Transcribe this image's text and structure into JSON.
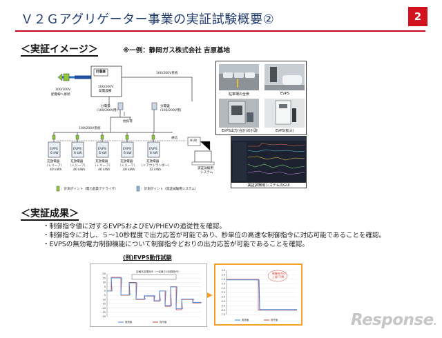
{
  "header": {
    "title": "Ｖ２Ｇアグリゲーター事業の実証試験概要②",
    "page_number": "2"
  },
  "image_section": {
    "heading": "＜実証イメージ＞",
    "note": "※一例：静岡ガス株式会社 吉原基地"
  },
  "diagram": {
    "left_label_1": "100/200V",
    "left_label_2": "配電線へ接続",
    "meter_label": "計量器",
    "generator_label_1": "100/200V",
    "generator_label_2": "発電設備",
    "top_system_label": "100/200V系統",
    "panel_left_1": "分電盤",
    "panel_left_2": "(100/200V用)",
    "panel_right_1": "分電盤",
    "panel_right_2": "(100/200V用)",
    "load_label": "他負荷",
    "mid_system_label": "100/200V系統",
    "comm_label": "通信",
    "hub_label": "HUB",
    "pc_label_1": "実証試験用",
    "pc_label_2": "システム",
    "evps": [
      {
        "name": "EVPS",
        "power": "6 kW",
        "type": "充放電器",
        "car": "（＋リーフ）",
        "battery": "40 kWh"
      },
      {
        "name": "EVPS",
        "power": "6 kW",
        "type": "充放電器",
        "car": "（＋リーフ）",
        "battery": "40 kWh"
      },
      {
        "name": "EVPS",
        "power": "6 kW",
        "type": "充放電器",
        "car": "（＋リーフ）",
        "battery": "40 kWh"
      },
      {
        "name": "EVPS",
        "power": "6 kW",
        "type": "充放電器",
        "car": "（＋リーフ）",
        "battery": "40 kWh"
      },
      {
        "name": "EVPS",
        "power": "6 kW",
        "type": "充放電器",
        "car": "（＋アウトランダー）",
        "battery": "12 kWh"
      }
    ],
    "legend_1": "：計測ポイント（電力品質アナライザ）",
    "legend_2": "：計測ポイント（実証試験用システム）"
  },
  "photos": {
    "photo_1_caption": "駐車場の全景",
    "photo_2_caption": "EVPS",
    "photo_3_caption": "EVPS出力(合計)の計測",
    "photo_4_caption": "EVPS(拡大)",
    "gui_caption": "実証試験用システムのGUI"
  },
  "results_section": {
    "heading": "＜実証成果＞",
    "bullets": [
      "・制御指令値に対するEVPSおよびEV/PHEVの追従性を確認。",
      "・制御指令に対し、５～10秒程度で出力応答が可能であり、秒単位の高速な制御指令に対応可能であることを確認。",
      "・EVPSの無効電力制御機能について制御指令どおりの出力応答が可能であることを確認。"
    ],
    "example_label": "(例)EVPS動作試験"
  },
  "chart_1": {
    "annotation": "定格充放電指令（一定値での制御指令）",
    "legend_series_1": "実測値",
    "legend_series_2": "指令値",
    "y_ticks": [
      "20",
      "15",
      "10",
      "5",
      "0",
      "-5",
      "-10",
      "-15",
      "-20",
      "-25",
      "-30"
    ]
  },
  "chart_2": {
    "annotation_1": "制御指令の",
    "annotation_2": "上昇/下降",
    "legend_series_1": "実測値",
    "legend_series_2": "指令値",
    "y_ticks": [
      "3.0",
      "2.0",
      "1.0",
      "0.0",
      "-1.0",
      "-2.0",
      "-3.0",
      "-4.0",
      "-5.0",
      "-6.0",
      "-7.0"
    ]
  },
  "watermark": {
    "text": "Response",
    "dot": "."
  },
  "colors": {
    "accent_red": "#d2121e",
    "title_blue": "#1f3a6e",
    "callout_orange": "#f2a028",
    "series_measured": "#3b7dd8",
    "series_command": "#d2352b"
  }
}
